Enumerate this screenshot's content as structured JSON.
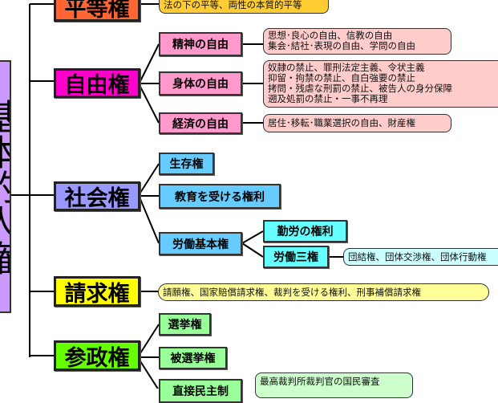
{
  "root": {
    "label": "基本的人権",
    "color": "#cc99ff"
  },
  "branches": {
    "equality": {
      "label": "平等権",
      "note": "法の下の平等、両性の本質的平等"
    },
    "freedom": {
      "label": "自由権",
      "subs": [
        {
          "label": "精神の自由",
          "note": [
            "思想･良心の自由、信教の自由",
            "集会･結社･表現の自由、学問の自由"
          ]
        },
        {
          "label": "身体の自由",
          "note": [
            "奴隷の禁止、罪刑法定主義、令状主義",
            "抑留・拘禁の禁止、自白強要の禁止",
            "拷問・残虐な刑罰の禁止、被告人の身分保障",
            "遡及処罰の禁止・一事不再理"
          ]
        },
        {
          "label": "経済の自由",
          "note": [
            "居住･移転･職業選択の自由、財産権"
          ]
        }
      ]
    },
    "social": {
      "label": "社会権",
      "subs": [
        {
          "label": "生存権"
        },
        {
          "label": "教育を受ける権利"
        },
        {
          "label": "労働基本権",
          "subs": [
            {
              "label": "勤労の権利"
            },
            {
              "label": "労働三権",
              "note": "団結権、団体交渉権、団体行動権"
            }
          ]
        }
      ]
    },
    "claim": {
      "label": "請求権",
      "note": "請願権、国家賠償請求権、裁判を受ける権利、刑事補償請求権"
    },
    "political": {
      "label": "参政権",
      "subs": [
        {
          "label": "選挙権"
        },
        {
          "label": "被選挙権"
        },
        {
          "label": "直接民主制",
          "note": "最高裁判所裁判官の国民審査"
        }
      ]
    }
  }
}
